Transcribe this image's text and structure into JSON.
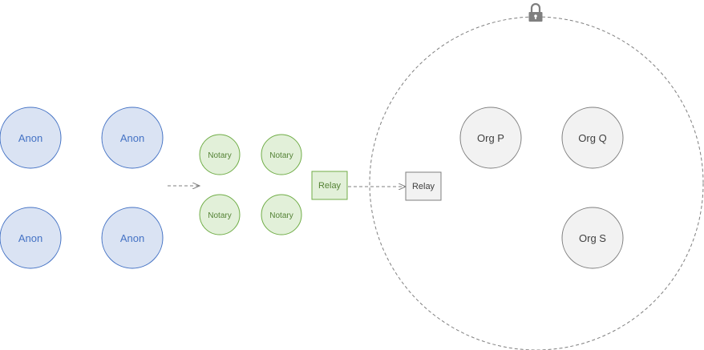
{
  "colors": {
    "anon_fill": "#dae3f3",
    "anon_stroke": "#4472c4",
    "anon_text": "#4472c4",
    "notary_fill": "#e2f0d9",
    "notary_stroke": "#70ad47",
    "notary_text": "#548235",
    "org_fill": "#f2f2f2",
    "org_stroke": "#7f7f7f",
    "org_text": "#404040",
    "dashed_line": "#7f7f7f",
    "lock": "#7f7f7f"
  },
  "anon_nodes": [
    {
      "label": "Anon"
    },
    {
      "label": "Anon"
    },
    {
      "label": "Anon"
    },
    {
      "label": "Anon"
    }
  ],
  "notary_nodes": [
    {
      "label": "Notary"
    },
    {
      "label": "Notary"
    },
    {
      "label": "Notary"
    },
    {
      "label": "Notary"
    }
  ],
  "relay_outer": {
    "label": "Relay"
  },
  "relay_inner": {
    "label": "Relay"
  },
  "org_nodes": [
    {
      "label": "Org P"
    },
    {
      "label": "Org Q"
    },
    {
      "label": "Org S"
    }
  ],
  "icons": {
    "boundary_lock": "lock-icon"
  }
}
